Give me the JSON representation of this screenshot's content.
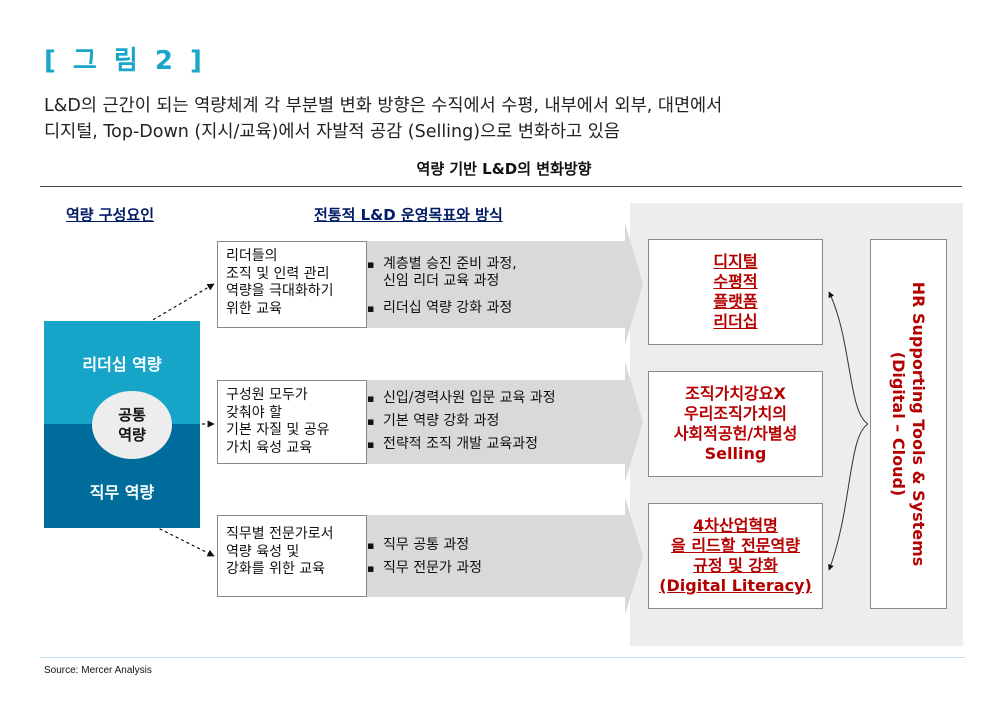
{
  "figure_label": "[ 그 림  2 ]",
  "lead": [
    "L&D의 근간이 되는 역량체계 각 부분별 변화 방향은 수직에서 수평, 내부에서 외부, 대면에서",
    "디지털, Top-Down (지시/교육)에서 자발적 공감 (Selling)으로 변화하고 있음"
  ],
  "chart_title": "역량 기반 L&D의 변화방향",
  "column_headers": {
    "competency_factors": "역량 구성요인",
    "traditional_goals": "전통적 L&D 운영목표와 방식"
  },
  "competency_block": {
    "leadership": "리더십 역량",
    "common_line1": "공통",
    "common_line2": "역량",
    "job": "직무 역량"
  },
  "rows": [
    {
      "goal": [
        "리더들의",
        "조직 및 인력 관리",
        "역량을 극대화하기",
        "위한 교육"
      ],
      "bullets": [
        "계층별 승진 준비 과정,\n신임 리더 교육 과정",
        "리더십 역량 강화 과정"
      ],
      "result": [
        "디지털",
        "수평적",
        "플랫폼",
        "리더십"
      ]
    },
    {
      "goal": [
        "구성원 모두가",
        "갖춰야 할",
        "기본 자질 및 공유",
        "가치 육성 교육"
      ],
      "bullets": [
        "신입/경력사원 입문 교육 과정",
        "기본 역량 강화 과정",
        "전략적 조직 개발 교육과정"
      ],
      "result": [
        "조직가치강요X",
        "우리조직가치의",
        "사회적공헌/차별성",
        "Selling"
      ]
    },
    {
      "goal": [
        "직무별 전문가로서",
        "역량 육성 및",
        "강화를 위한 교육"
      ],
      "bullets": [
        "직무 공통 과정",
        "직무 전문가 과정"
      ],
      "result": [
        "4차산업혁명",
        "을 리드할 전문역량",
        "규정 및 강화",
        "(Digital Literacy)"
      ]
    }
  ],
  "hr_support": [
    "HR Supporting Tools & Systems",
    "(Digital – Cloud)"
  ],
  "source": "Source: Mercer Analysis",
  "colors": {
    "accent_cyan": "#16a5c9",
    "dark_blue": "#006c9b",
    "result_red": "#b50000",
    "arrow_gray": "#d9d9d9",
    "panel_gray": "#ededed"
  }
}
